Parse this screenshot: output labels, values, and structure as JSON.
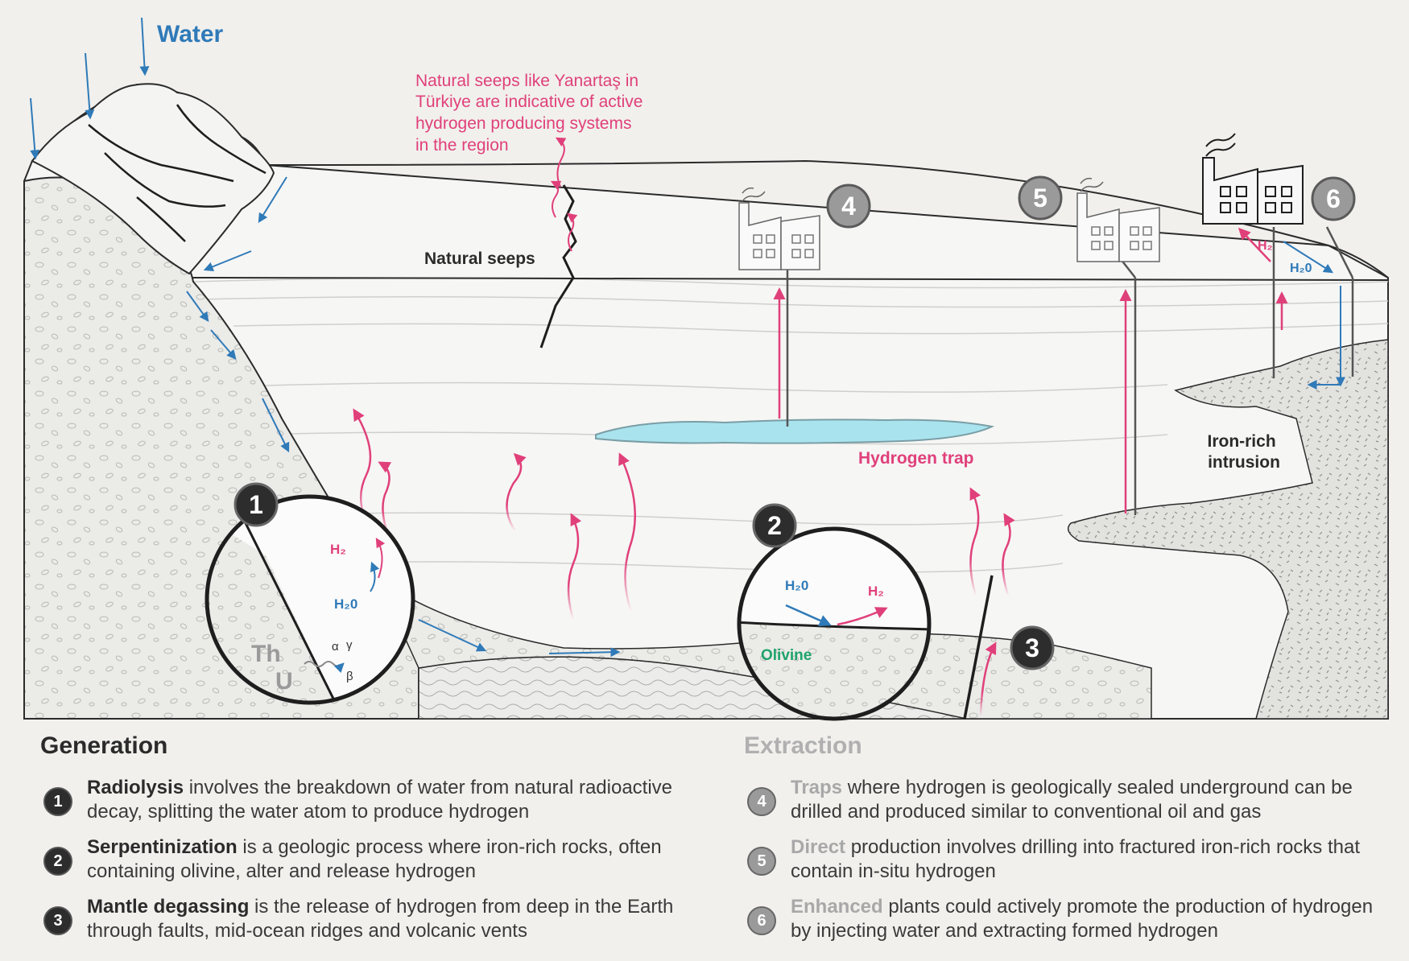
{
  "diagram": {
    "water_label": "Water",
    "seeps_note": [
      "Natural seeps like Yanartaş in",
      "Türkiye are indicative of active",
      "hydrogen producing systems",
      "in the region"
    ],
    "natural_seeps_label": "Natural seeps",
    "hydrogen_trap_label": "Hydrogen trap",
    "iron_rich_label": [
      "Iron-rich",
      "intrusion"
    ],
    "markers": [
      "1",
      "2",
      "3",
      "4",
      "5",
      "6"
    ],
    "h2_label": "H₂",
    "h2o_label": "H₂0",
    "olivine_label": "Olivine",
    "th_label": "Th",
    "u_label": "U",
    "alpha": "α",
    "gamma": "γ",
    "beta": "β",
    "colors": {
      "water": "#2f7ab8",
      "hydrogen": "#e0407a",
      "olivine": "#1fa36b",
      "trap": "#a9e3ee"
    }
  },
  "generation": {
    "title": "Generation",
    "items": [
      {
        "num": "1",
        "term": "Radiolysis",
        "text": " involves the breakdown of water from natural radioactive decay, splitting the water atom to produce hydrogen"
      },
      {
        "num": "2",
        "term": "Serpentinization",
        "text": " is a geologic process where iron-rich rocks, often containing olivine, alter and release hydrogen"
      },
      {
        "num": "3",
        "term": "Mantle degassing",
        "text": " is the release of hydrogen from deep in the Earth through faults, mid-ocean ridges and volcanic vents"
      }
    ]
  },
  "extraction": {
    "title": "Extraction",
    "items": [
      {
        "num": "4",
        "term": "Traps",
        "text": " where hydrogen is geologically sealed underground can be drilled and produced similar to conventional oil and gas"
      },
      {
        "num": "5",
        "term": "Direct",
        "text": " production involves drilling into fractured iron-rich rocks that contain in-situ hydrogen"
      },
      {
        "num": "6",
        "term": "Enhanced",
        "text": " plants could actively promote the production of hydrogen by injecting water and extracting formed hydrogen"
      }
    ]
  }
}
